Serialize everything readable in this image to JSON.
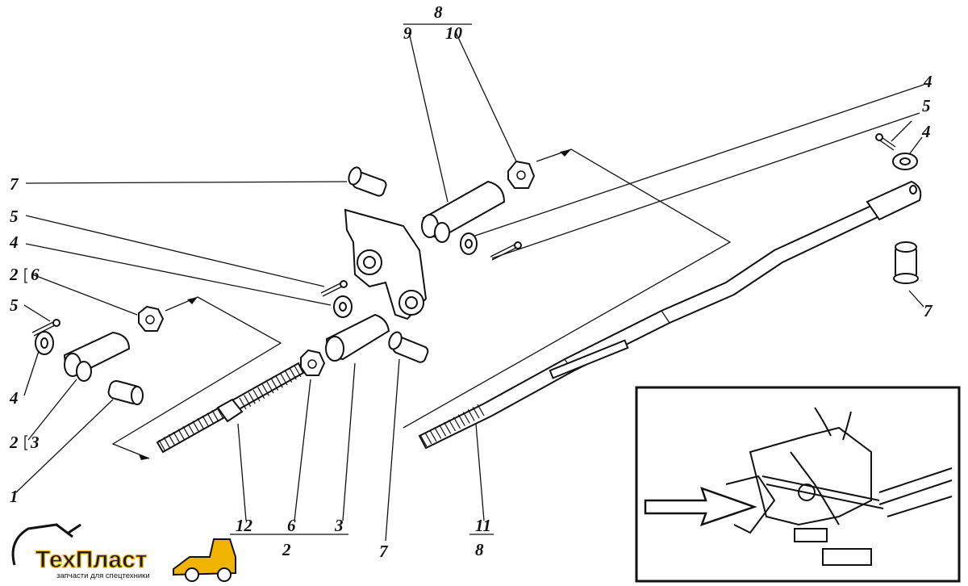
{
  "callouts": {
    "c_8_top": "8",
    "c_9": "9",
    "c_10": "10",
    "c_4_tr": "4",
    "c_5_tr": "5",
    "c_4_r": "4",
    "c_7_tl": "7",
    "c_5_l1": "5",
    "c_4_l1": "4",
    "c_2_l": "2",
    "c_6_l": "6",
    "c_5_l2": "5",
    "c_4_l2": "4",
    "c_2_l2": "2",
    "c_3_l": "3",
    "c_1": "1",
    "c_7_r": "7",
    "c_12": "12",
    "c_6_b": "6",
    "c_3_b": "3",
    "c_2_b": "2",
    "c_7_b": "7",
    "c_11": "11",
    "c_8_b": "8"
  },
  "logo": {
    "name": "ТехПласт",
    "tagline": "запчасти для спецтехники"
  },
  "colors": {
    "ink": "#111111",
    "logo_yellow": "#f0b400",
    "background": "#ffffff"
  }
}
